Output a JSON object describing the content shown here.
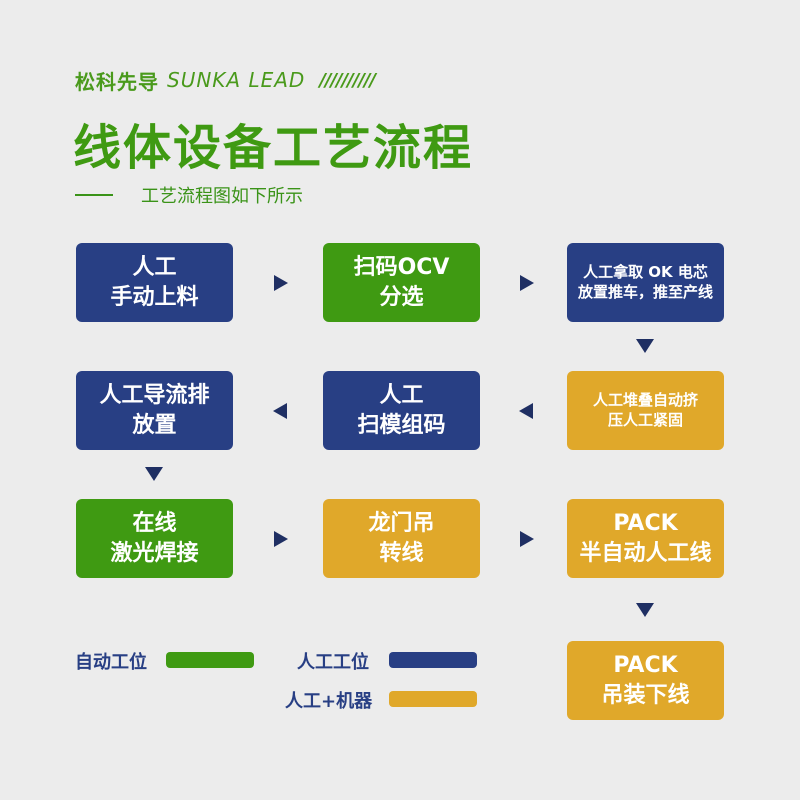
{
  "header": {
    "brand_cn": "松科先导",
    "brand_en": "SUNKA LEAD",
    "brand_stripes": "//////////",
    "title": "线体设备工艺流程",
    "subtitle": "工艺流程图如下所示"
  },
  "colors": {
    "green": "#3f9a12",
    "blue": "#283f84",
    "yellow": "#e0a82a",
    "arrow": "#1f2f63"
  },
  "steps": [
    {
      "lines": [
        "人工",
        "手动上料"
      ],
      "type": "blue"
    },
    {
      "lines": [
        "扫码OCV",
        "分选"
      ],
      "type": "green"
    },
    {
      "lines": [
        "人工拿取 OK 电芯",
        "放置推车，推至产线"
      ],
      "type": "blue"
    },
    {
      "lines": [
        "人工堆叠自动挤",
        "压人工紧固"
      ],
      "type": "yellow"
    },
    {
      "lines": [
        "人工",
        "扫模组码"
      ],
      "type": "blue"
    },
    {
      "lines": [
        "人工导流排",
        "放置"
      ],
      "type": "blue"
    },
    {
      "lines": [
        "在线",
        "激光焊接"
      ],
      "type": "green"
    },
    {
      "lines": [
        "龙门吊",
        "转线"
      ],
      "type": "yellow"
    },
    {
      "lines": [
        "PACK",
        "半自动人工线"
      ],
      "type": "yellow"
    },
    {
      "lines": [
        "PACK",
        "吊装下线"
      ],
      "type": "yellow"
    }
  ],
  "legend": {
    "auto": "自动工位",
    "manual": "人工工位",
    "mixed": "人工+机器"
  }
}
